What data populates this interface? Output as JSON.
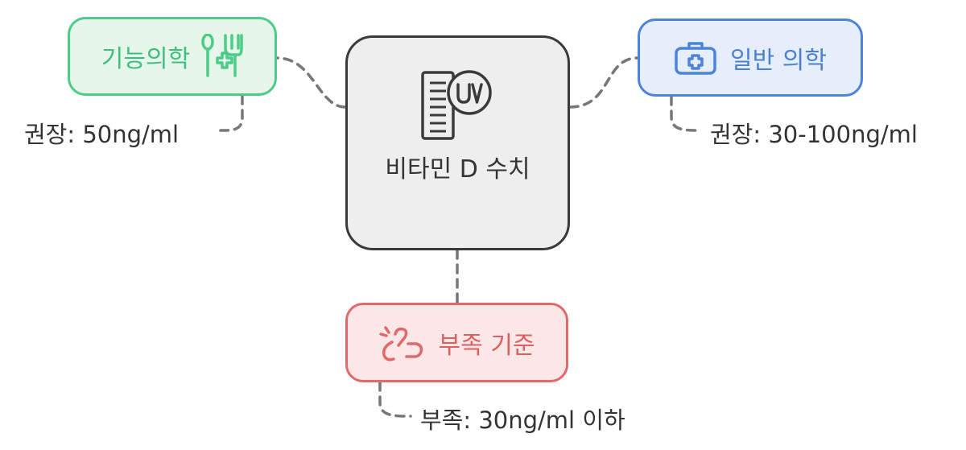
{
  "center": {
    "title": "비타민 D 수치",
    "icon": "uv-chart-icon"
  },
  "functional": {
    "label": "기능의학",
    "icon": "spoon-fork-plus-icon",
    "note": "권장: 50ng/ml",
    "color": "#4ccb89"
  },
  "general": {
    "label": "일반 의학",
    "icon": "medical-kit-icon",
    "note": "권장: 30-100ng/ml",
    "color": "#4c84dc"
  },
  "deficiency": {
    "label": "부족 기준",
    "icon": "broken-link-icon",
    "note": "부족: 30ng/ml 이하",
    "color": "#e06a6a"
  },
  "connector_color": "#777777"
}
